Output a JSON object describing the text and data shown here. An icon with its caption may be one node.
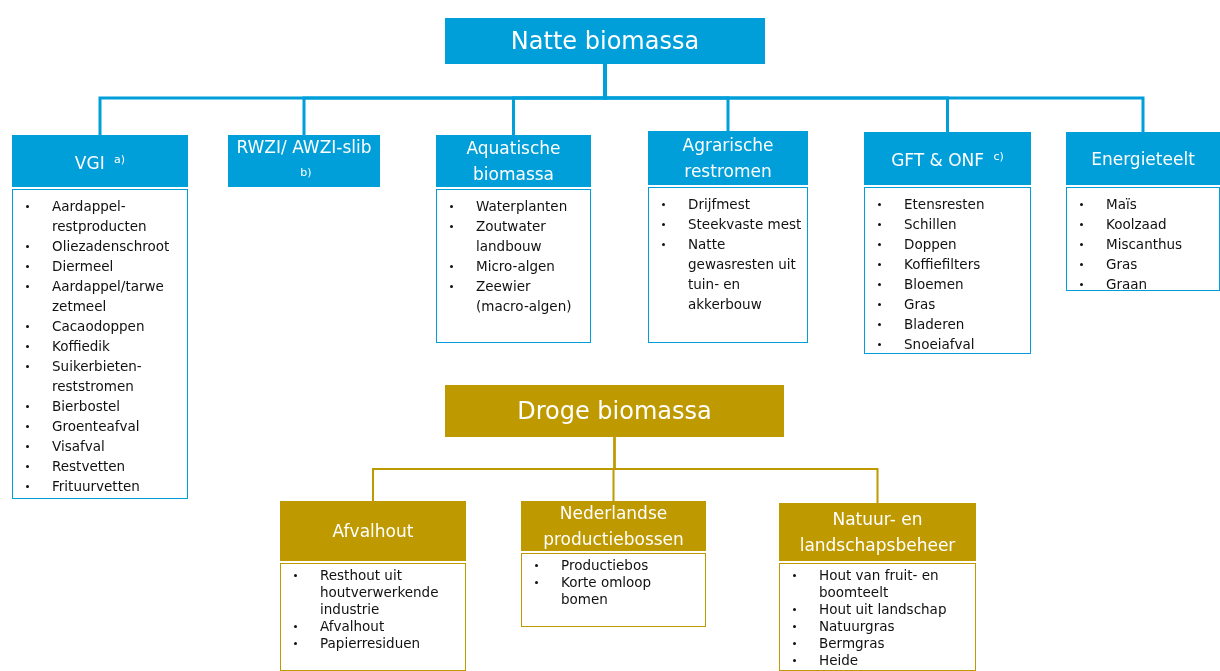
{
  "diagram": {
    "nodes": [
      {
        "text": [
          "Natte biomassa"
        ]
      },
      {
        "text": [
          "VGI $^{a)}$",
          "Aardappel-restproducten",
          "Oliezadenschroot",
          "Diermeel",
          "Aardappel/tarwe zetmeel",
          "Cacaodoppen",
          "Koffiedik",
          "Suikerbieten-reststromen",
          "Bierbostel",
          "Groenteafval",
          "Visafval",
          "Restvetten",
          "Frituurvetten"
        ]
      },
      {
        "text": [
          "RWZI/ AWZI-slib $^{b)}$"
        ]
      },
      {
        "text": [
          "Aquatische biomassa",
          "Waterplanten",
          "Zoutwater landbouw",
          "Micro-algen",
          "Zeewier (macro-algen)"
        ]
      },
      {
        "text": [
          "Agrarische restromen",
          "Drijfmest",
          "Steekvaste mest",
          "Natte gewasresten uit tuin- en akkerbouw"
        ]
      },
      {
        "text": [
          "GFT & ONF $^{c)}$",
          "Etensresten",
          "Schillen",
          "Doppen",
          "Koffiefilters",
          "Bloemen",
          "Gras",
          "Bladeren",
          "Snoeiafval"
        ]
      },
      {
        "text": [
          "Energieteelt",
          "Maïs",
          "Koolzaad",
          "Miscanthus",
          "Gras",
          "Graan"
        ]
      },
      {
        "text": [
          "Droge biomassa"
        ]
      },
      {
        "text": [
          "Afvalhout",
          "Resthout uit houtverwerkende industrie",
          "Afvalhout",
          "Papierresiduen"
        ]
      },
      {
        "text": [
          "Nederlandse productiebossen",
          "Productiebos",
          "Korte omloop bomen"
        ]
      },
      {
        "text": [
          "Natuur- en landschapsbeheer",
          "Hout van fruit- en boomteelt",
          "Hout uit landschap",
          "Natuurgras",
          "Bermgras",
          "Heide"
        ]
      }
    ],
    "edges": [
      {
        "from": 0,
        "to": 1,
        "arrow": "none",
        "color": "#009fda"
      },
      {
        "from": 0,
        "to": 2,
        "arrow": "none",
        "color": "#009fda"
      },
      {
        "from": 0,
        "to": 3,
        "arrow": "none",
        "color": "#009fda"
      },
      {
        "from": 0,
        "to": 4,
        "arrow": "none",
        "color": "#009fda"
      },
      {
        "from": 0,
        "to": 5,
        "arrow": "none",
        "color": "#009fda"
      },
      {
        "from": 0,
        "to": 6,
        "arrow": "none",
        "color": "#009fda"
      },
      {
        "from": 7,
        "to": 8,
        "arrow": "none",
        "color": "#bf9900"
      },
      {
        "from": 7,
        "to": 9,
        "arrow": "none",
        "color": "#bf9900"
      },
      {
        "from": 7,
        "to": 10,
        "arrow": "none",
        "color": "#bf9900"
      }
    ]
  }
}
